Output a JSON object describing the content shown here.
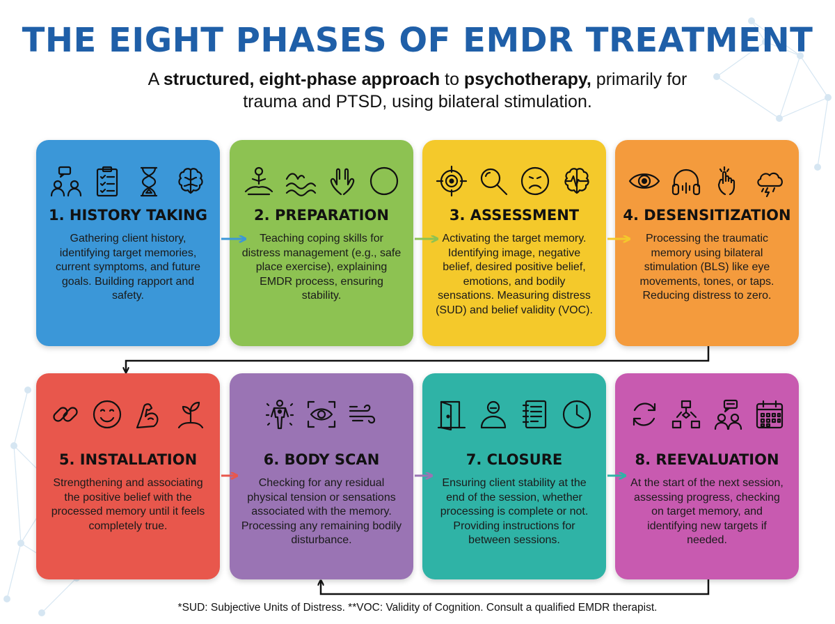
{
  "title": "THE EIGHT PHASES OF EMDR TREATMENT",
  "subtitle": {
    "p1": "A ",
    "b1": "structured, eight-phase approach",
    "p2": " to ",
    "b2": "psychotherapy,",
    "p3": " primarily for trauma and PTSD, using bilateral stimulation."
  },
  "phases": [
    {
      "title": "1. HISTORY TAKING",
      "color": "#3b97d8",
      "icons": [
        "conversation-icon",
        "clipboard-checklist-icon",
        "hourglass-icon",
        "brain-icon"
      ],
      "text": "Gathering client history, identifying target memories, current symptoms, and future goals. Building rapport and safety."
    },
    {
      "title": "2. PREPARATION",
      "color": "#8dc252",
      "icons": [
        "meditation-icon",
        "waves-icon",
        "hands-icon",
        "circle-icon"
      ],
      "text": "Teaching coping skills for distress management (e.g., safe place exercise), explaining EMDR process, ensuring stability."
    },
    {
      "title": "3. ASSESSMENT",
      "color": "#f4c92b",
      "icons": [
        "target-icon",
        "magnifier-icon",
        "sad-face-icon",
        "brain-wave-icon"
      ],
      "text": "Activating the target memory. Identifying image, negative belief, desired positive belief, emotions, and bodily sensations. Measuring distress (SUD) and belief validity (VOC)."
    },
    {
      "title": "4. DESENSITIZATION",
      "color": "#f49b3d",
      "icons": [
        "eye-icon",
        "headphones-icon",
        "tapping-hand-icon",
        "storm-cloud-icon"
      ],
      "text": "Processing the traumatic memory using bilateral stimulation (BLS) like eye movements, tones, or taps. Reducing distress to zero."
    },
    {
      "title": "5. INSTALLATION",
      "color": "#e8574c",
      "icons": [
        "chain-link-icon",
        "smile-icon",
        "flexed-arm-icon",
        "sprout-icon"
      ],
      "text": "Strengthening and associating the positive belief with the processed memory until it feels completely true."
    },
    {
      "title": "6. BODY SCAN",
      "color": "#9a74b4",
      "icons": [
        "body-scan-icon",
        "eye-scan-icon",
        "wind-icon"
      ],
      "text": "Checking for any residual physical tension or sensations associated with the memory. Processing any remaining bodily disturbance."
    },
    {
      "title": "7. CLOSURE",
      "color": "#2fb3a6",
      "icons": [
        "open-door-icon",
        "calm-person-icon",
        "notebook-icon",
        "clock-icon"
      ],
      "text": "Ensuring client stability at the end of the session, whether processing is complete or not. Providing instructions for between sessions."
    },
    {
      "title": "8. REEVALUATION",
      "color": "#c85ab0",
      "icons": [
        "refresh-cycle-icon",
        "flowchart-icon",
        "discussion-icon",
        "calendar-icon"
      ],
      "text": "At the start of the next session, assessing progress, checking on target memory, and identifying new targets if needed."
    }
  ],
  "footnote": "*SUD: Subjective Units of Distress. **VOC: Validity of Cognition. Consult a qualified EMDR therapist."
}
